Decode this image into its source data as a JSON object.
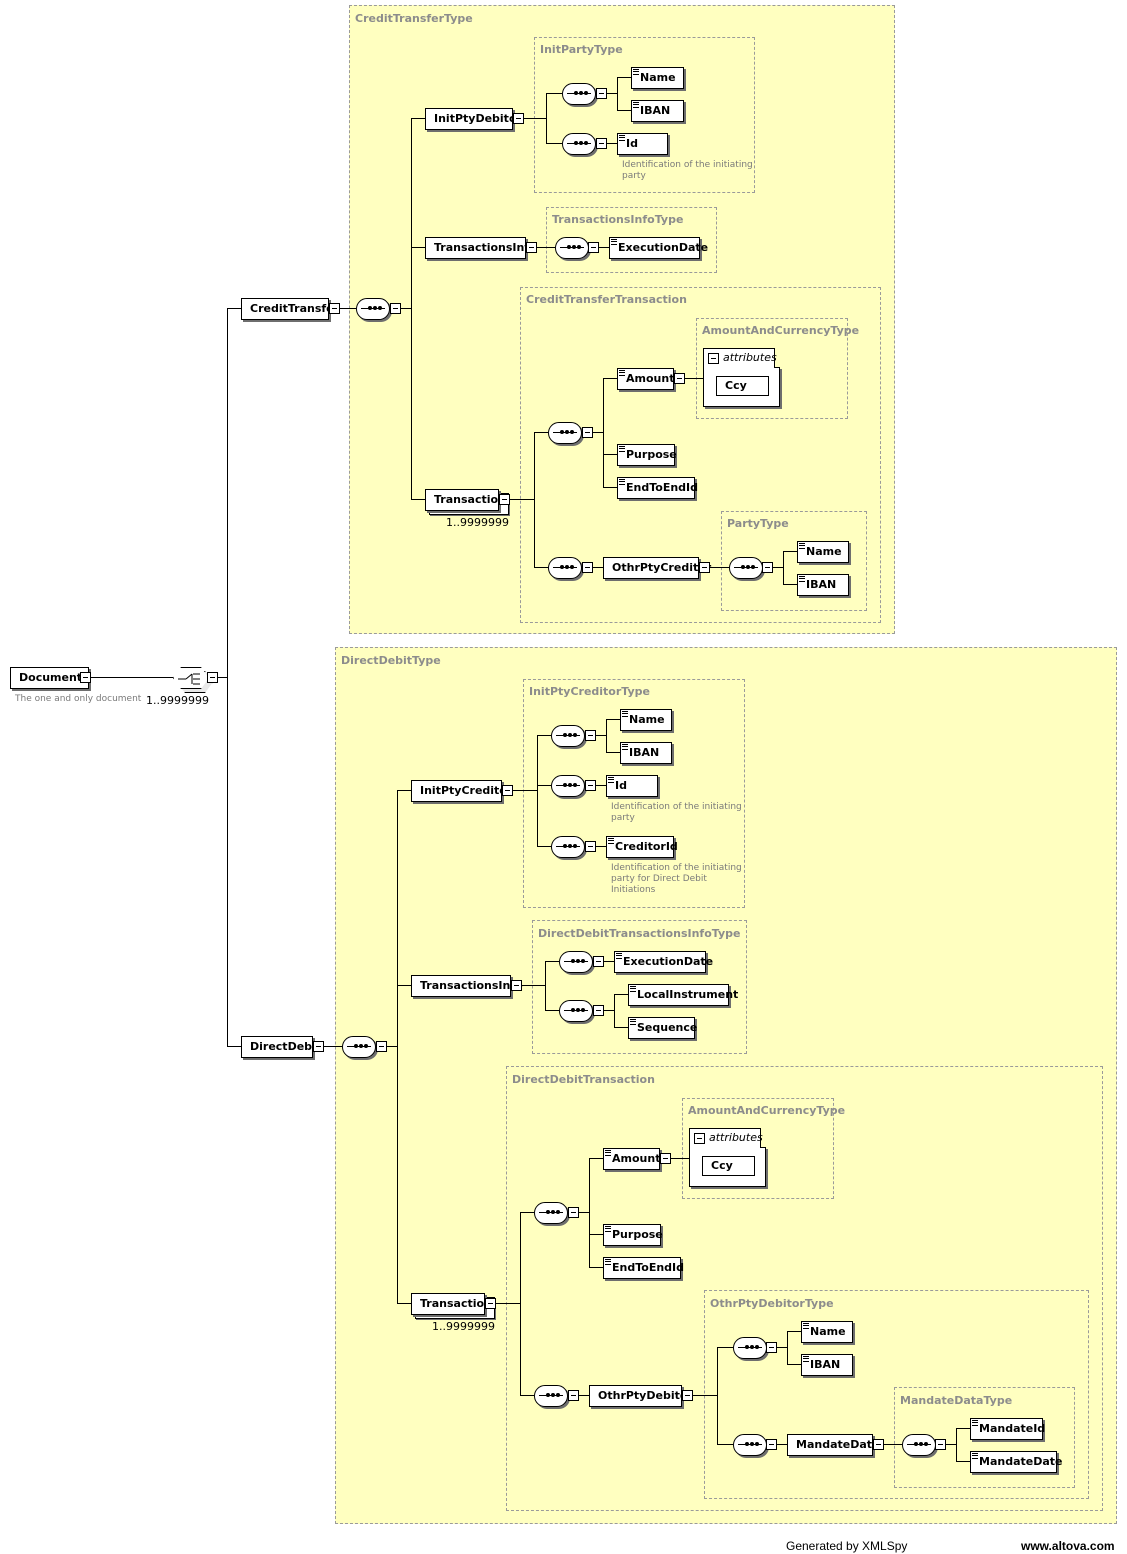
{
  "diagram": {
    "root": {
      "label": "Document",
      "note": "The one and only document",
      "choice_mult": "1..9999999"
    },
    "credit_transfer": {
      "label": "CreditTransfer",
      "type": "CreditTransferType",
      "init_pty_debitor": {
        "label": "InitPtyDebitor",
        "type": "InitPartyType",
        "name": "Name",
        "iban": "IBAN",
        "id": "Id",
        "id_note": [
          "Identification of the initiating",
          "party"
        ]
      },
      "transactions_info": {
        "label": "TransactionsInfo",
        "type": "TransactionsInfoType",
        "execution_date": "ExecutionDate"
      },
      "transaction": {
        "label": "Transaction",
        "mult": "1..9999999",
        "type": "CreditTransferTransaction",
        "amount": "Amount",
        "amount_type": "AmountAndCurrencyType",
        "attributes": "attributes",
        "ccy": "Ccy",
        "purpose": "Purpose",
        "end_to_end": "EndToEndId",
        "othr_pty": "OthrPtyCreditor",
        "party_type": "PartyType",
        "name": "Name",
        "iban": "IBAN"
      }
    },
    "direct_debit": {
      "label": "DirectDebit",
      "type": "DirectDebitType",
      "init_pty_creditor": {
        "label": "InitPtyCreditor",
        "type": "InitPtyCreditorType",
        "name": "Name",
        "iban": "IBAN",
        "id": "Id",
        "id_note": [
          "Identification of the initiating",
          "party"
        ],
        "creditor_id": "CreditorId",
        "creditor_note": [
          "Identification of the initiating",
          "party for Direct Debit",
          "Initiations"
        ]
      },
      "transactions_info": {
        "label": "TransactionsInfo",
        "type": "DirectDebitTransactionsInfoType",
        "execution_date": "ExecutionDate",
        "local_instrument": "LocalInstrument",
        "sequence": "Sequence"
      },
      "transaction": {
        "label": "Transaction",
        "mult": "1..9999999",
        "type": "DirectDebitTransaction",
        "amount": "Amount",
        "amount_type": "AmountAndCurrencyType",
        "attributes": "attributes",
        "ccy": "Ccy",
        "purpose": "Purpose",
        "end_to_end": "EndToEndId",
        "othr_pty": "OthrPtyDebitor",
        "othr_type": "OthrPtyDebitorType",
        "name": "Name",
        "iban": "IBAN",
        "mandate": "MandateData",
        "mandate_type": "MandateDataType",
        "mandate_id": "MandateId",
        "mandate_date": "MandateDate"
      }
    }
  },
  "footer": {
    "generated": "Generated by XMLSpy",
    "site": "www.altova.com"
  }
}
